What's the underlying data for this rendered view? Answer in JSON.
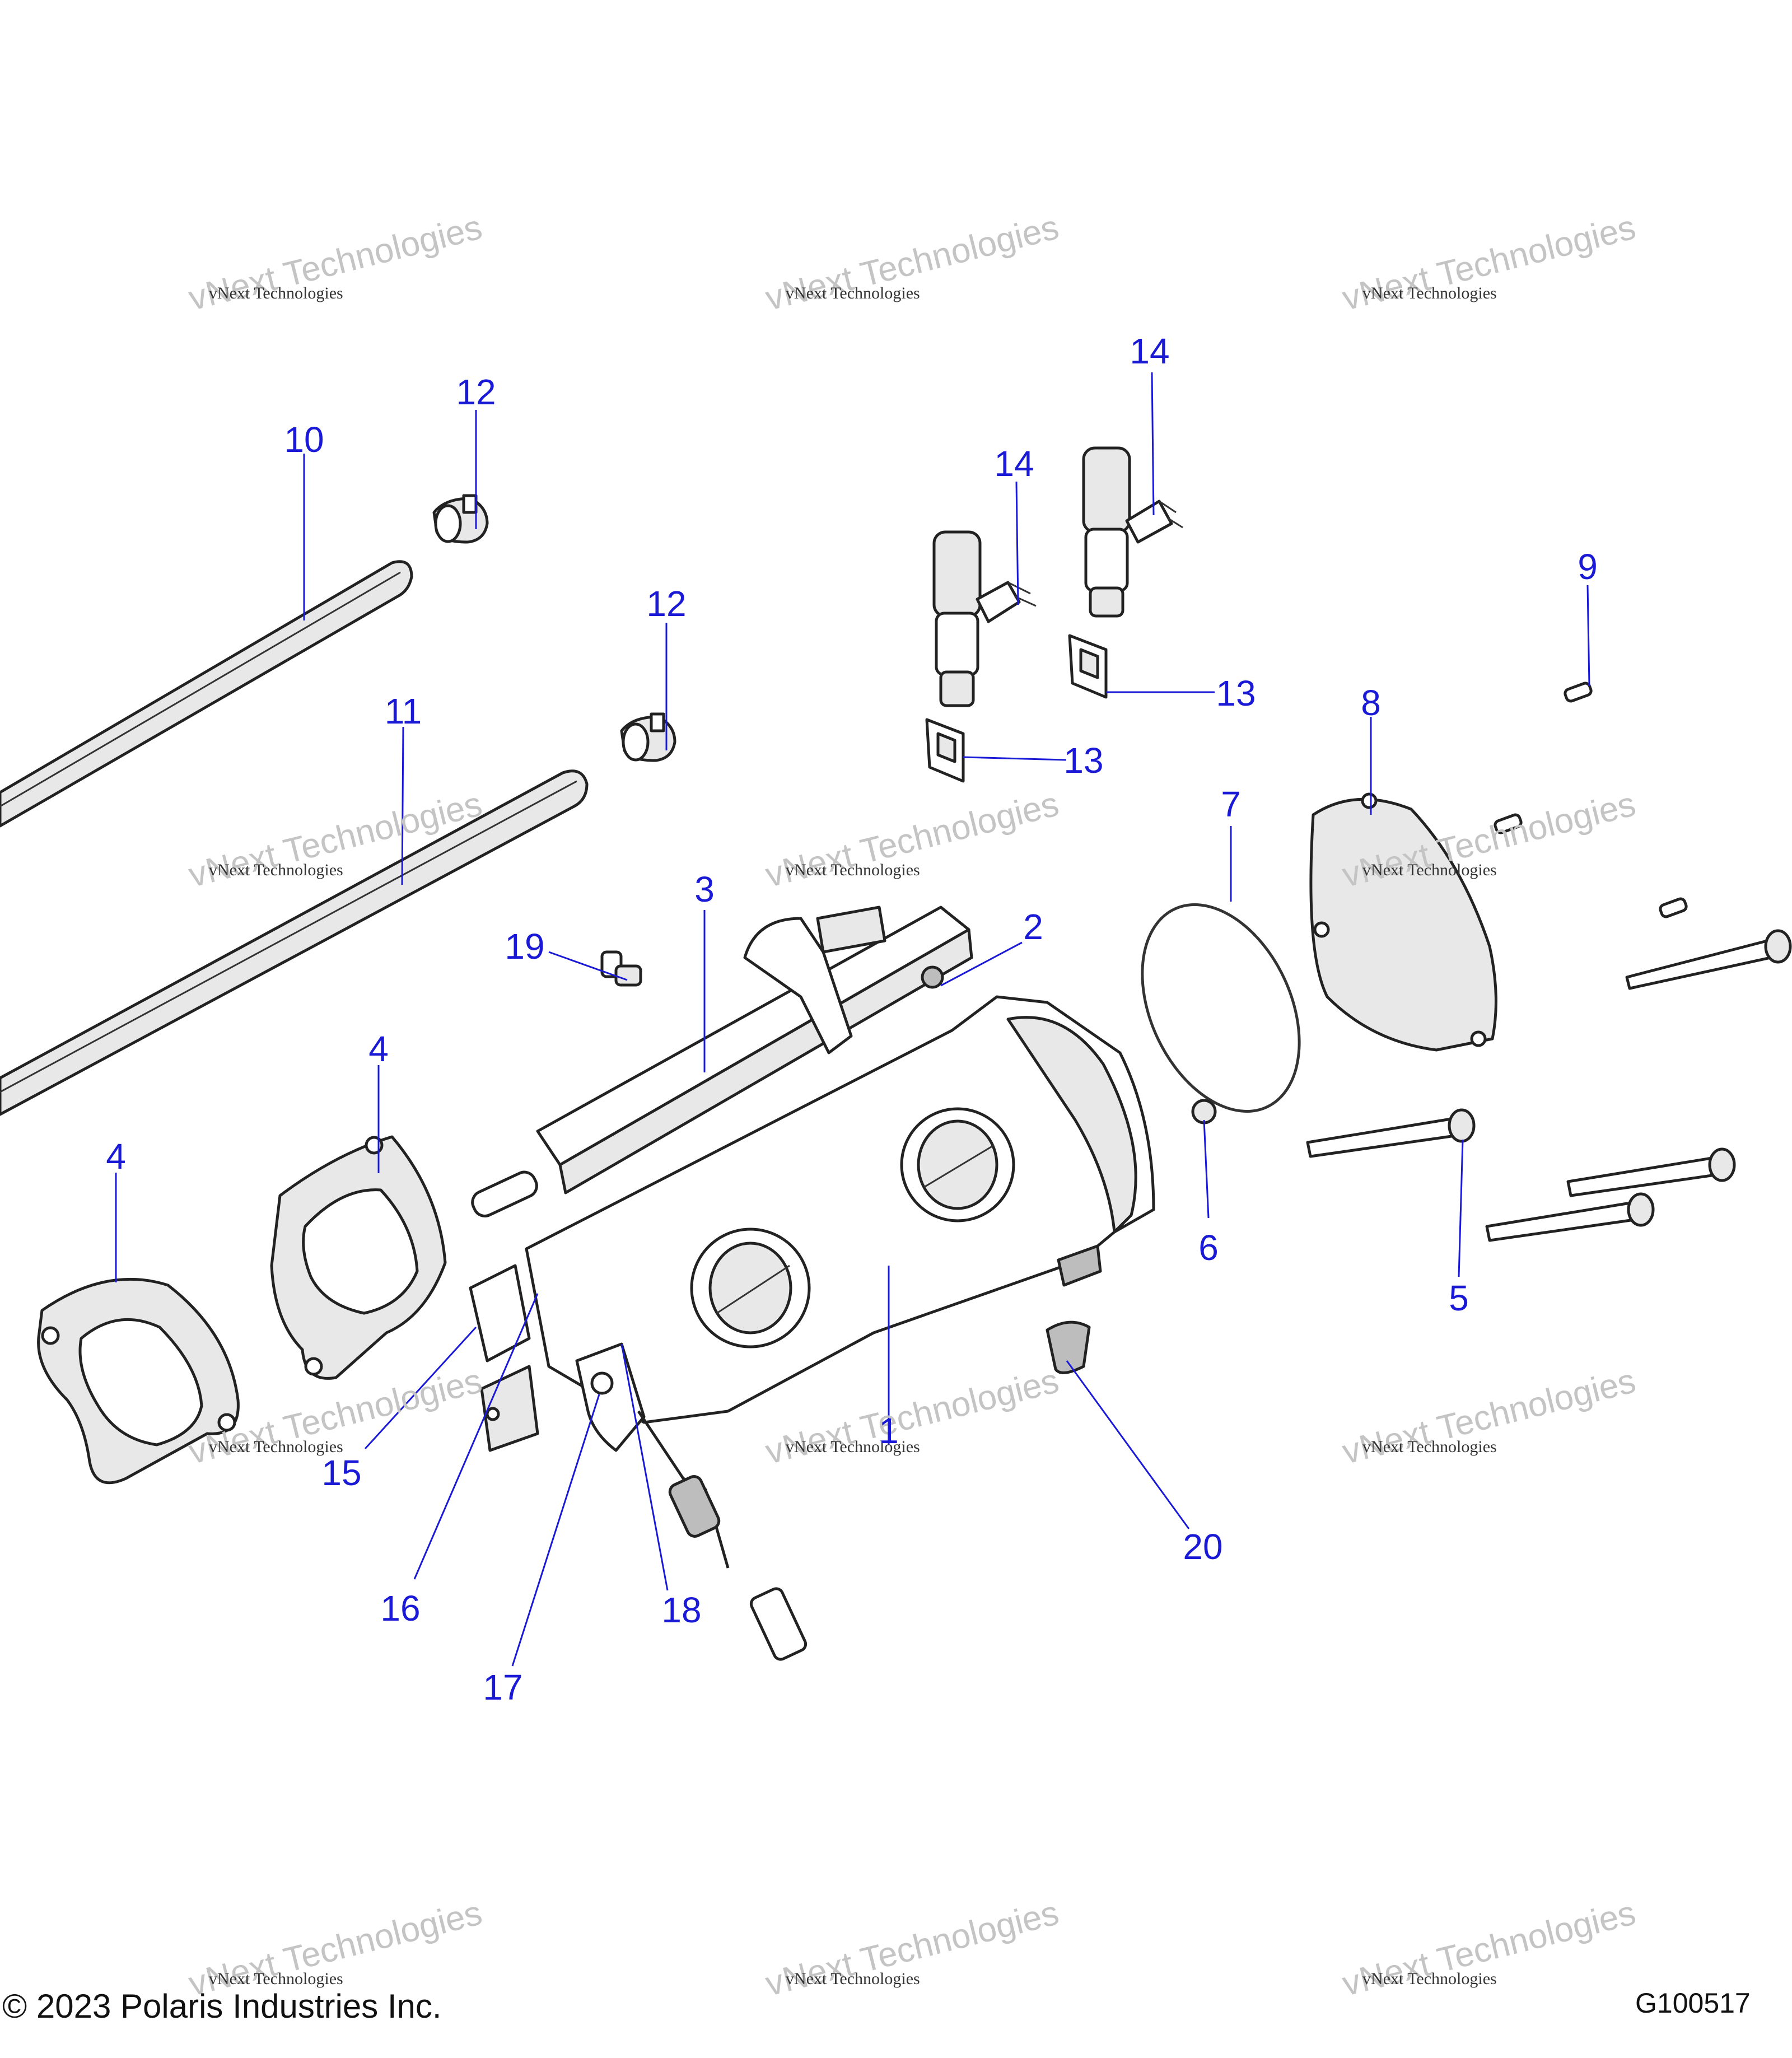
{
  "callouts": [
    {
      "id": "1",
      "label": "1"
    },
    {
      "id": "2",
      "label": "2"
    },
    {
      "id": "3",
      "label": "3"
    },
    {
      "id": "4a",
      "label": "4"
    },
    {
      "id": "4b",
      "label": "4"
    },
    {
      "id": "5",
      "label": "5"
    },
    {
      "id": "6",
      "label": "6"
    },
    {
      "id": "7",
      "label": "7"
    },
    {
      "id": "8",
      "label": "8"
    },
    {
      "id": "9",
      "label": "9"
    },
    {
      "id": "10",
      "label": "10"
    },
    {
      "id": "11",
      "label": "11"
    },
    {
      "id": "12a",
      "label": "12"
    },
    {
      "id": "12b",
      "label": "12"
    },
    {
      "id": "13a",
      "label": "13"
    },
    {
      "id": "13b",
      "label": "13"
    },
    {
      "id": "14a",
      "label": "14"
    },
    {
      "id": "14b",
      "label": "14"
    },
    {
      "id": "15",
      "label": "15"
    },
    {
      "id": "16",
      "label": "16"
    },
    {
      "id": "17",
      "label": "17"
    },
    {
      "id": "18",
      "label": "18"
    },
    {
      "id": "19",
      "label": "19"
    },
    {
      "id": "20",
      "label": "20"
    }
  ],
  "watermark": {
    "large_text": "vNext Technologies",
    "small_text": "vNext Technologies"
  },
  "footer": {
    "copyright": "© 2023 Polaris Industries Inc.",
    "diagram_code": "G100517"
  },
  "colors": {
    "callout": "#1a1ad6",
    "watermark": "#c4c4c4",
    "line_art": "#222222"
  }
}
